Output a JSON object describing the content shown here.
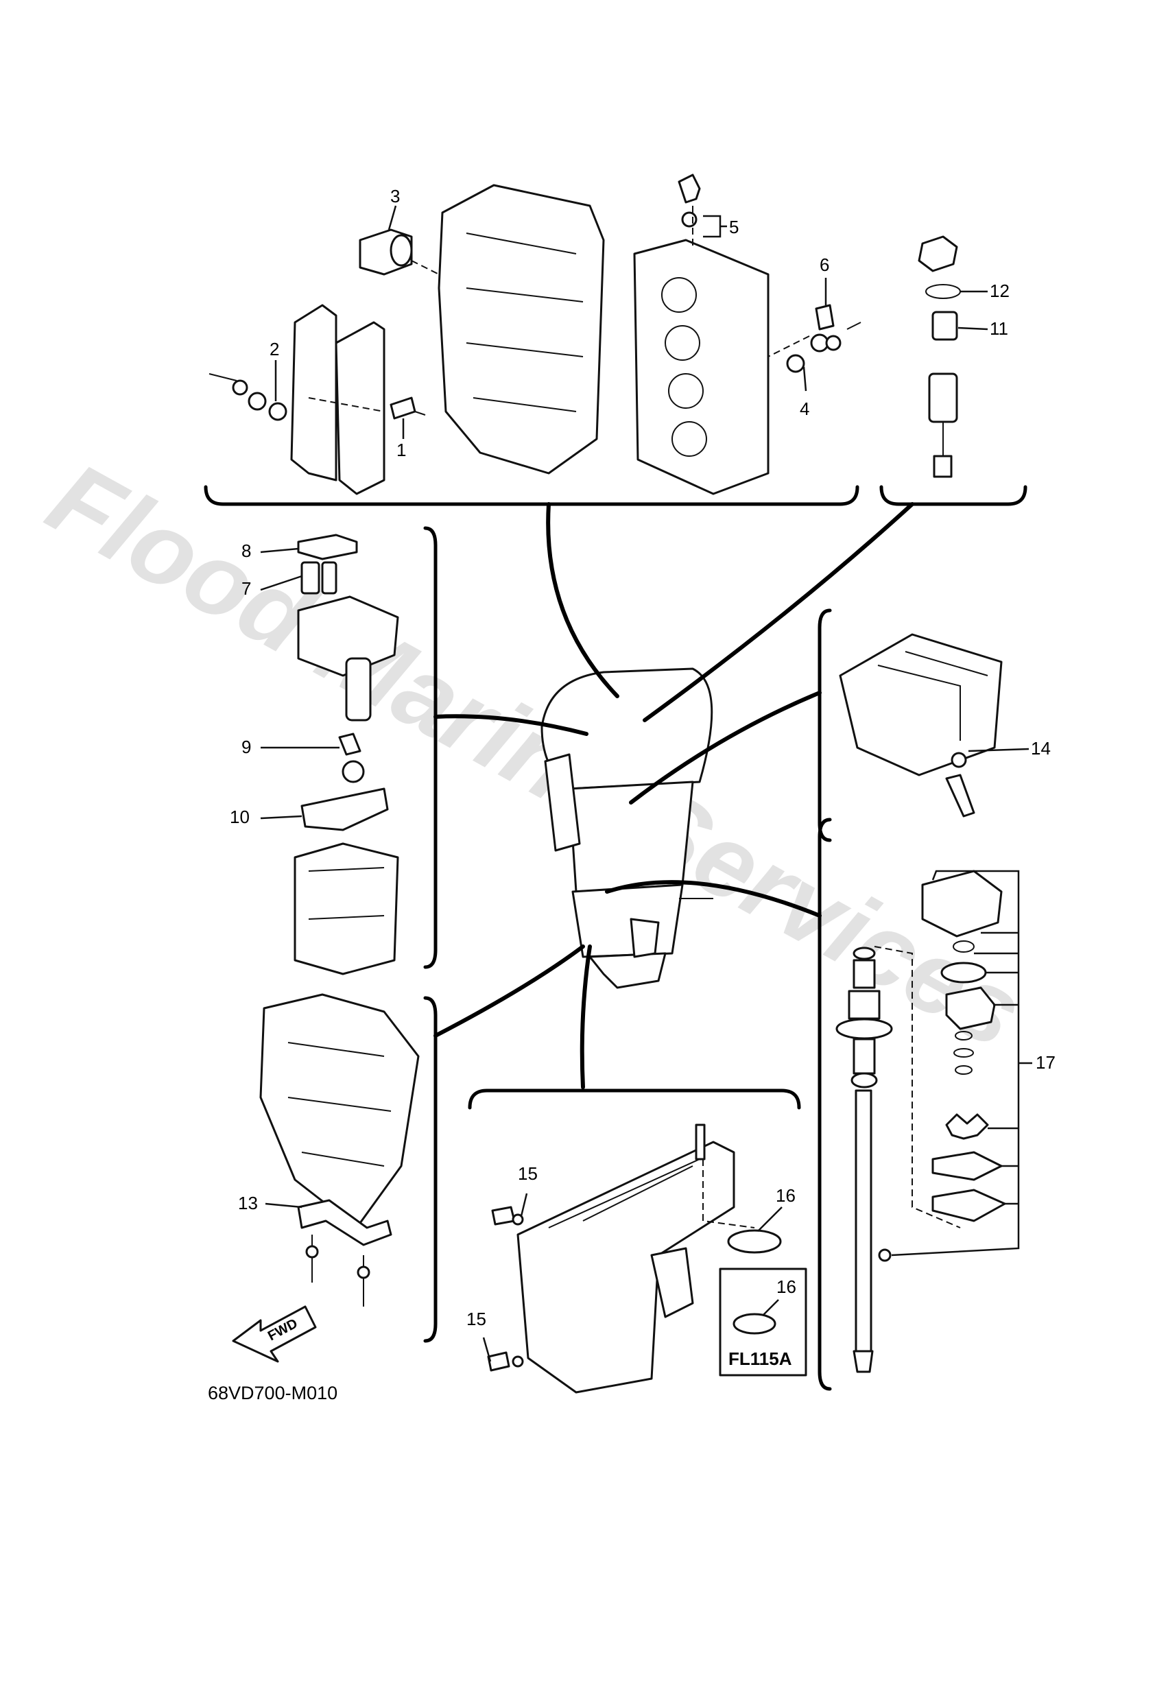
{
  "watermark": "Flood Marine Services",
  "diagram_code": "68VD700-M010",
  "inset_model_label": "FL115A",
  "direction_label": "FWD",
  "callouts": [
    "1",
    "2",
    "3",
    "4",
    "5",
    "6",
    "7",
    "8",
    "9",
    "10",
    "11",
    "12",
    "13",
    "14",
    "15",
    "15",
    "16",
    "16",
    "17"
  ]
}
